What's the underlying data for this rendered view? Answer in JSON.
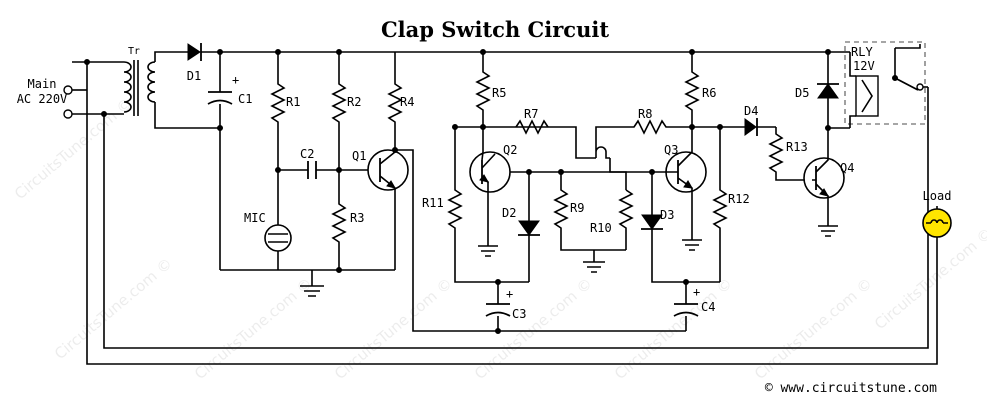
{
  "title": "Clap Switch Circuit",
  "supply": {
    "line1": "Main",
    "line2": "AC 220V"
  },
  "transformer": "Tr",
  "labels": {
    "D1": "D1",
    "C1": "C1",
    "R1": "R1",
    "R2": "R2",
    "R3": "R3",
    "R4": "R4",
    "C2": "C2",
    "MIC": "MIC",
    "Q1": "Q1",
    "R5": "R5",
    "R6": "R6",
    "R7": "R7",
    "R8": "R8",
    "R9": "R9",
    "R10": "R10",
    "R11": "R11",
    "R12": "R12",
    "R13": "R13",
    "Q2": "Q2",
    "Q3": "Q3",
    "Q4": "Q4",
    "D2": "D2",
    "D3": "D3",
    "D4": "D4",
    "D5": "D5",
    "C3": "C3",
    "C4": "C4",
    "RLY": "RLY",
    "RLY_V": "12V",
    "Load": "Load"
  },
  "plus": "+",
  "copyright": "© www.circuitstune.com",
  "watermark": "CircuitsTune.com ©"
}
